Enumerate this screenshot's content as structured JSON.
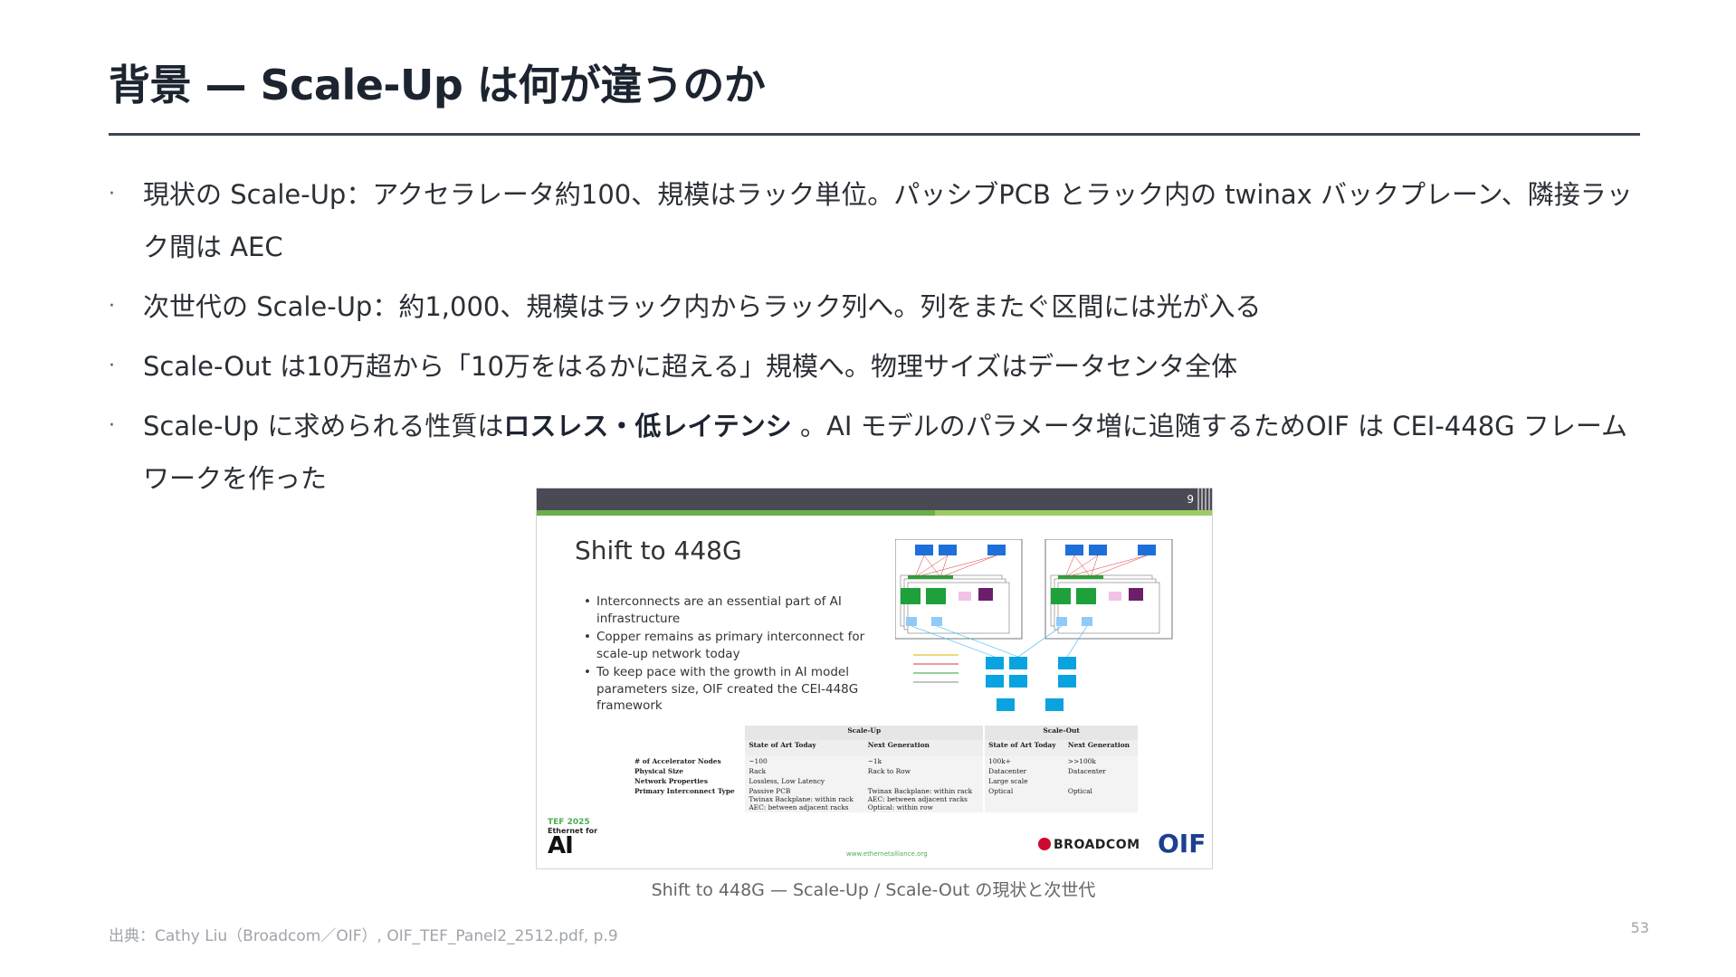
{
  "title": "背景 — Scale-Up は何が違うのか",
  "bullets": [
    {
      "text": "現状の Scale-Up：アクセラレータ約100、規模はラック単位。パッシブPCB とラック内の twinax バックプレーン、隣接ラック間は AEC"
    },
    {
      "text": "次世代の Scale-Up：約1,000、規模はラック内からラック列へ。列をまたぐ区間には光が入る"
    },
    {
      "text": "Scale-Out は10万超から「10万をはるかに超える」規模へ。物理サイズはデータセンタ全体"
    },
    {
      "pre": "Scale-Up に求められる性質は",
      "bold": "ロスレス・低レイテンシ",
      "post": " 。AI モデルのパラメータ増に追随するためOIF は CEI-448G フレームワークを作った"
    }
  ],
  "slide": {
    "page_number": "9",
    "title": "Shift to 448G",
    "bullets": [
      "Interconnects are an essential part of AI infrastructure",
      "Copper remains as primary interconnect for scale-up network today",
      "To keep pace with the growth in AI model parameters size, OIF created the CEI-448G framework"
    ],
    "table": {
      "groups": [
        "Scale-Up",
        "Scale-Out"
      ],
      "subheaders": [
        "State of Art Today",
        "Next Generation",
        "State of Art Today",
        "Next Generation"
      ],
      "rows": [
        {
          "label": "# of Accelerator Nodes",
          "cells": [
            "~100",
            "~1k",
            "100k+",
            ">>100k"
          ]
        },
        {
          "label": "Physical Size",
          "cells": [
            "Rack",
            "Rack to Row",
            "Datacenter",
            "Datacenter"
          ]
        },
        {
          "label": "Network Properties",
          "cells": [
            "Lossless, Low Latency",
            "",
            "Large scale",
            ""
          ]
        },
        {
          "label": "Primary Interconnect Type",
          "cells": [
            "Passive PCB\nTwinax Backplane: within rack\nAEC: between adjacent racks",
            "Twinax Backplane: within rack\nAEC: between adjacent racks\nOptical: within row",
            "Optical",
            "Optical"
          ]
        }
      ]
    },
    "tef_logo": {
      "line1": "TEF 2025",
      "line2": "Ethernet for",
      "line3": "AI"
    },
    "url": "www.ethernetalliance.org",
    "broadcom": "BROADCOM",
    "oif": "OIF"
  },
  "caption": "Shift to 448G — Scale-Up / Scale-Out の現状と次世代",
  "source": "出典：Cathy Liu（Broadcom／OIF）, OIF_TEF_Panel2_2512.pdf, p.9",
  "page_number": "53",
  "colors": {
    "accent_green": "#6ab04c",
    "rule": "#3a4656",
    "oif_blue": "#1d3f8f",
    "broadcom_red": "#cc092f"
  }
}
